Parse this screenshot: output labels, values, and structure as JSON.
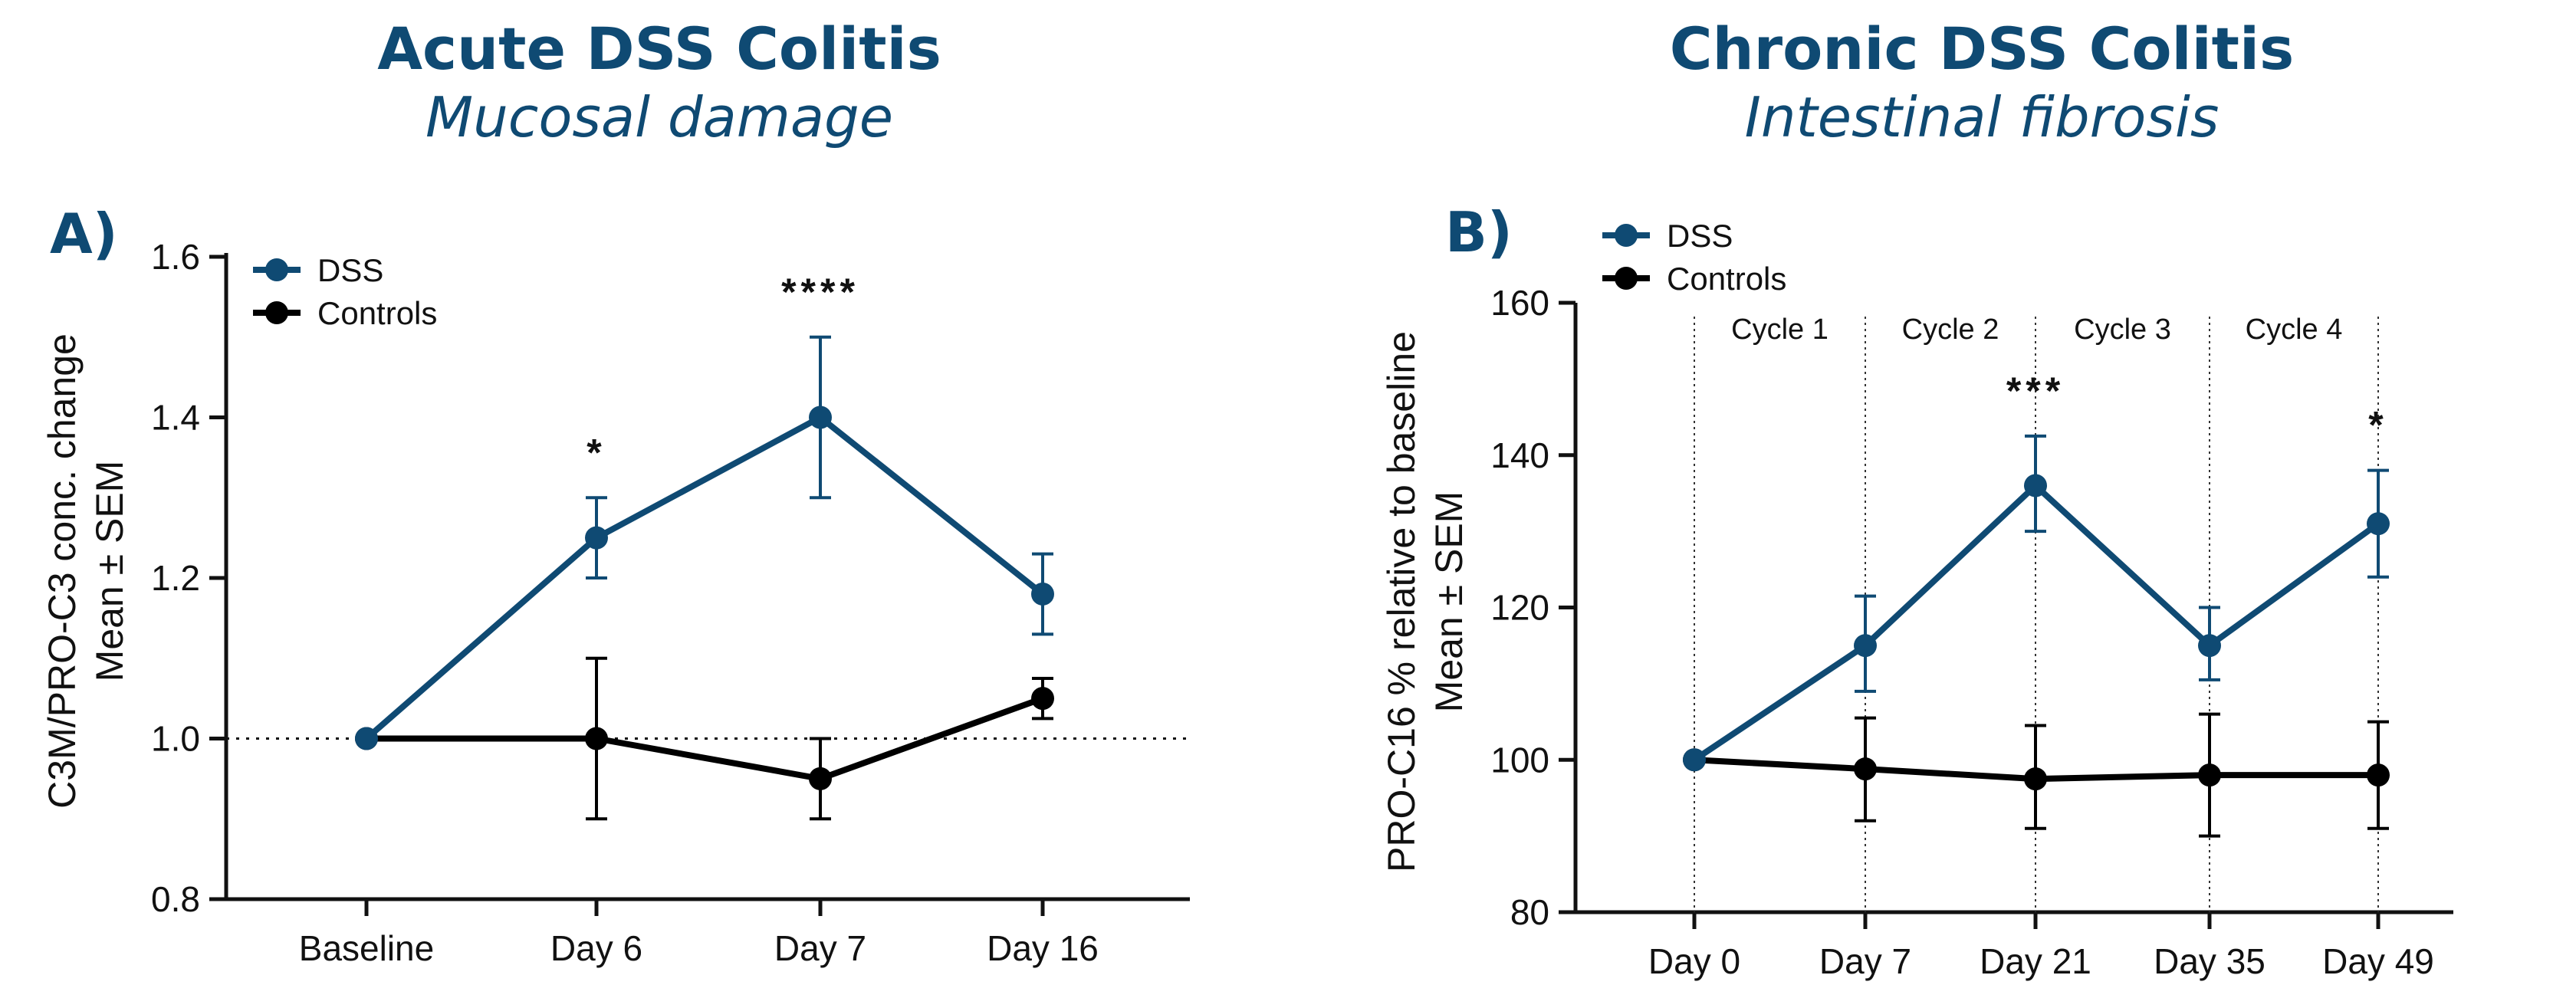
{
  "colors": {
    "dss": "#0f4a73",
    "controls": "#000000",
    "title": "#0f4a73"
  },
  "header": {
    "left_title": "Acute DSS Colitis",
    "left_subtitle": "Mucosal damage",
    "right_title": "Chronic DSS Colitis",
    "right_subtitle": "Intestinal fibrosis"
  },
  "chart_data": [
    {
      "type": "line",
      "panel_label": "A)",
      "title": "Acute DSS Colitis",
      "subtitle": "Mucosal damage",
      "ylabel_line1": "C3M/PRO-C3 conc. change",
      "ylabel_line2": "Mean ±  SEM",
      "categories": [
        "Baseline",
        "Day 6",
        "Day 7",
        "Day 16"
      ],
      "ylim": [
        0.8,
        1.6
      ],
      "yticks": [
        "0.8",
        "1.0",
        "1.2",
        "1.4",
        "1.6"
      ],
      "ytick_values": [
        0.8,
        1.0,
        1.2,
        1.4,
        1.6
      ],
      "reference_line": 1.0,
      "legend": [
        "DSS",
        "Controls"
      ],
      "series": [
        {
          "name": "DSS",
          "values": [
            1.0,
            1.25,
            1.4,
            1.18
          ],
          "err_low": [
            1.0,
            1.2,
            1.3,
            1.13
          ],
          "err_high": [
            1.0,
            1.3,
            1.5,
            1.23
          ]
        },
        {
          "name": "Controls",
          "values": [
            1.0,
            1.0,
            0.95,
            1.05
          ],
          "err_low": [
            1.0,
            0.9,
            0.9,
            1.025
          ],
          "err_high": [
            1.0,
            1.1,
            1.0,
            1.075
          ]
        }
      ],
      "significance": [
        "",
        "*",
        "****",
        ""
      ]
    },
    {
      "type": "line",
      "panel_label": "B)",
      "title": "Chronic DSS Colitis",
      "subtitle": "Intestinal fibrosis",
      "ylabel_line1": "PRO-C16 % relative to baseline",
      "ylabel_line2": "Mean ± SEM",
      "categories": [
        "Day 0",
        "Day 7",
        "Day 21",
        "Day 35",
        "Day 49"
      ],
      "ylim": [
        80,
        160
      ],
      "yticks": [
        "80",
        "100",
        "120",
        "140",
        "160"
      ],
      "ytick_values": [
        80,
        100,
        120,
        140,
        160
      ],
      "cycles": [
        "Cycle 1",
        "Cycle 2",
        "Cycle 3",
        "Cycle 4"
      ],
      "legend": [
        "DSS",
        "Controls"
      ],
      "series": [
        {
          "name": "DSS",
          "values": [
            100,
            115,
            136,
            115,
            131
          ],
          "err_low": [
            100,
            109,
            130,
            110.5,
            124
          ],
          "err_high": [
            100,
            121.5,
            142.5,
            120,
            138
          ]
        },
        {
          "name": "Controls",
          "values": [
            100,
            98.8,
            97.5,
            98,
            98
          ],
          "err_low": [
            100,
            92,
            91,
            90,
            91
          ],
          "err_high": [
            100,
            105.5,
            104.5,
            106,
            105
          ]
        }
      ],
      "significance": [
        "",
        "",
        "***",
        "",
        "*"
      ]
    }
  ]
}
